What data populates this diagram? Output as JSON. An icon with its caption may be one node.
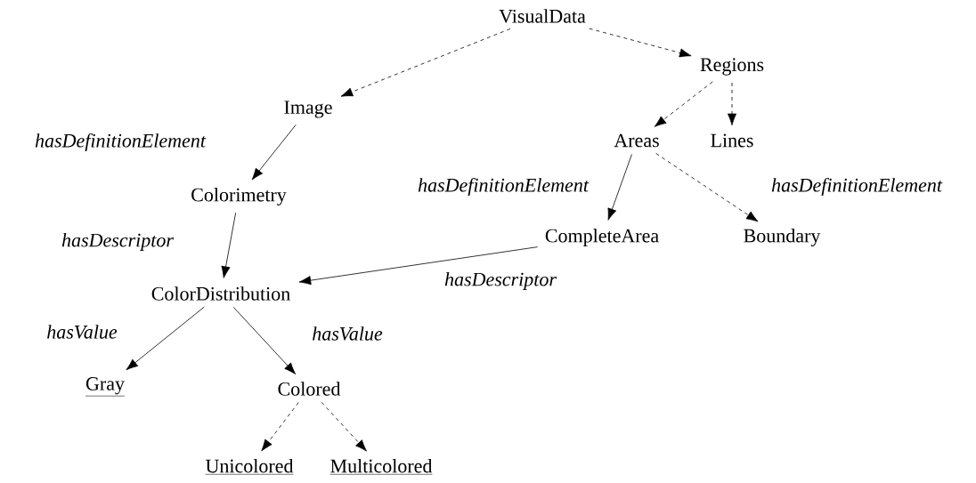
{
  "diagram": {
    "nodes": [
      {
        "text": [
          "VisualData"
        ]
      },
      {
        "text": [
          "Regions"
        ]
      },
      {
        "text": [
          "Image"
        ]
      },
      {
        "text": [
          "Areas"
        ]
      },
      {
        "text": [
          "Lines"
        ]
      },
      {
        "text": [
          "Colorimetry"
        ]
      },
      {
        "text": [
          "CompleteArea"
        ]
      },
      {
        "text": [
          "Boundary"
        ]
      },
      {
        "text": [
          "ColorDistribution"
        ]
      },
      {
        "text": [
          "Gray"
        ]
      },
      {
        "text": [
          "Colored"
        ]
      },
      {
        "text": [
          "Unicolored"
        ]
      },
      {
        "text": [
          "Multicolored"
        ]
      }
    ],
    "edges": [
      {
        "from": 0,
        "to": 2,
        "arrow": "to",
        "style": "dashed"
      },
      {
        "from": 0,
        "to": 1,
        "arrow": "to",
        "style": "dashed"
      },
      {
        "from": 1,
        "to": 3,
        "arrow": "to",
        "style": "dashed"
      },
      {
        "from": 1,
        "to": 4,
        "arrow": "to",
        "style": "dashed"
      },
      {
        "from": 2,
        "to": 5,
        "arrow": "to",
        "label": "hasDefinitionElement"
      },
      {
        "from": 3,
        "to": 6,
        "arrow": "to",
        "label": "hasDefinitionElement"
      },
      {
        "from": 3,
        "to": 7,
        "arrow": "to",
        "style": "dashed",
        "label": "hasDefinitionElement"
      },
      {
        "from": 5,
        "to": 8,
        "arrow": "to",
        "label": "hasDescriptor"
      },
      {
        "from": 6,
        "to": 8,
        "arrow": "to",
        "label": "hasDescriptor"
      },
      {
        "from": 8,
        "to": 9,
        "arrow": "to",
        "label": "hasValue"
      },
      {
        "from": 8,
        "to": 10,
        "arrow": "to",
        "label": "hasValue"
      },
      {
        "from": 10,
        "to": 11,
        "arrow": "to",
        "style": "dashed"
      },
      {
        "from": 10,
        "to": 12,
        "arrow": "to",
        "style": "dashed"
      }
    ]
  }
}
